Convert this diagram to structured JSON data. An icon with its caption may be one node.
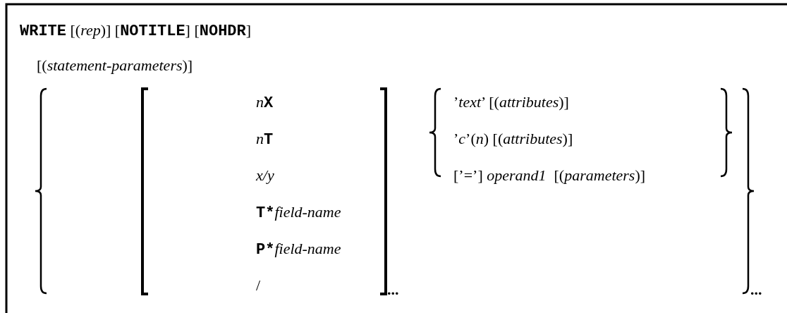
{
  "diagram": {
    "labels": [
      "**WRITE** [(*rep*)] [**NOTITLE**] [**NOHDR**]",
      "[(*statement-parameters*)]",
      "nX",
      "nT",
      "x/y",
      "T*field-name",
      "P*field-name",
      "/",
      "...",
      "’*text*’ [(*attributes*)]",
      "’*c*’(*n*) [(*attributes*)]",
      "[’=’] *operand1*  [(*parameters*)]",
      "..."
    ]
  }
}
